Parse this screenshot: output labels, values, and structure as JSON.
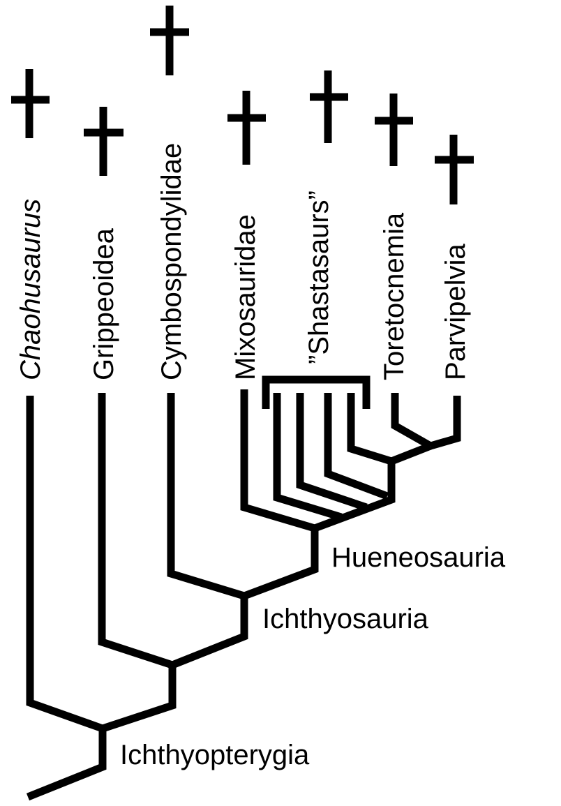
{
  "diagram": {
    "taxa": [
      {
        "id": "chaohusaurus",
        "label": "Chaohusaurus",
        "italic": true,
        "extinct": true
      },
      {
        "id": "grippeoidea",
        "label": "Grippeoidea",
        "italic": false,
        "extinct": true
      },
      {
        "id": "cymbospondylidae",
        "label": "Cymbospondylidae",
        "italic": false,
        "extinct": true
      },
      {
        "id": "mixosauridae",
        "label": "Mixosauridae",
        "italic": false,
        "extinct": true
      },
      {
        "id": "shastasaurs",
        "label": "”Shastasaurs”",
        "italic": false,
        "extinct": true
      },
      {
        "id": "toretocnemia",
        "label": "Toretocnemia",
        "italic": false,
        "extinct": true
      },
      {
        "id": "parvipelvia",
        "label": "Parvipelvia",
        "italic": false,
        "extinct": true
      }
    ],
    "clades": [
      {
        "id": "ichthyopterygia",
        "label": "Ichthyopterygia"
      },
      {
        "id": "ichthyosauria",
        "label": "Ichthyosauria"
      },
      {
        "id": "hueneosauria",
        "label": "Hueneosauria"
      }
    ],
    "extinct_symbol": "dagger-icon",
    "line_color": "#000000"
  }
}
